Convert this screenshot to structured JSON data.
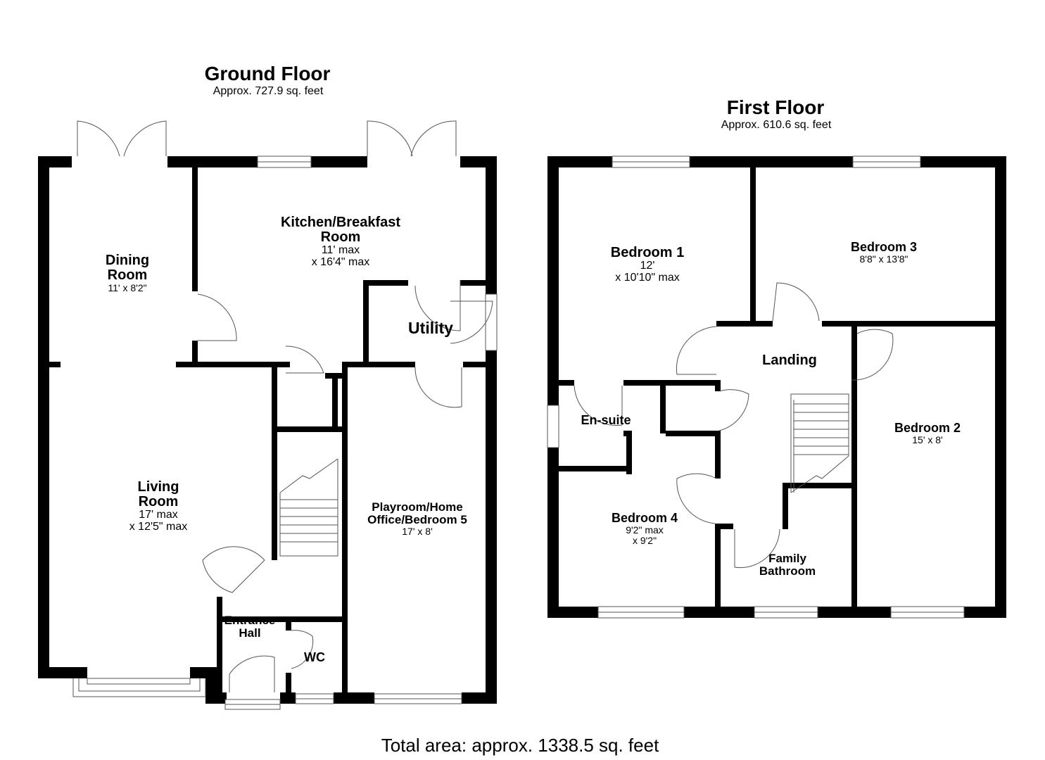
{
  "ground_floor": {
    "title": "Ground Floor",
    "area": "Approx. 727.9 sq. feet",
    "rooms": {
      "dining_room": {
        "name_line1": "Dining",
        "name_line2": "Room",
        "dims": "11' x 8'2\""
      },
      "kitchen": {
        "name_line1": "Kitchen/Breakfast",
        "name_line2": "Room",
        "dims_line1": "11' max",
        "dims_line2": "x 16'4\" max"
      },
      "utility": {
        "name": "Utility"
      },
      "living_room": {
        "name_line1": "Living",
        "name_line2": "Room",
        "dims_line1": "17' max",
        "dims_line2": "x 12'5\" max"
      },
      "playroom": {
        "name_line1": "Playroom/Home",
        "name_line2": "Office/Bedroom 5",
        "dims": "17' x 8'"
      },
      "entrance_hall": {
        "name_line1": "Entrance",
        "name_line2": "Hall"
      },
      "wc": {
        "name": "WC"
      }
    }
  },
  "first_floor": {
    "title": "First Floor",
    "area": "Approx. 610.6 sq. feet",
    "rooms": {
      "bedroom_1": {
        "name": "Bedroom 1",
        "dims_line1": "12'",
        "dims_line2": "x 10'10\" max"
      },
      "bedroom_3": {
        "name": "Bedroom 3",
        "dims": "8'8\" x 13'8\""
      },
      "landing": {
        "name": "Landing"
      },
      "en_suite": {
        "name": "En-suite"
      },
      "bedroom_2": {
        "name": "Bedroom 2",
        "dims": "15' x 8'"
      },
      "bedroom_4": {
        "name": "Bedroom 4",
        "dims_line1": "9'2\" max",
        "dims_line2": "x 9'2\""
      },
      "family_bathroom": {
        "name_line1": "Family",
        "name_line2": "Bathroom"
      }
    }
  },
  "total_area": "Total area: approx. 1338.5 sq. feet",
  "colors": {
    "wall": "#000000",
    "line": "#555555",
    "background": "#ffffff"
  }
}
